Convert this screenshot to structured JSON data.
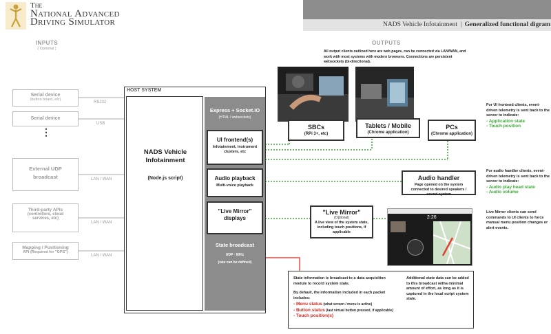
{
  "header": {
    "logo_line1": "The",
    "logo_line2": "National Advanced",
    "logo_line3": "Driving Simulator",
    "right_title": "NADS Vehicle Infotainment",
    "separator": "|",
    "right_subtitle": "Generalized functional digram"
  },
  "inputs": {
    "title": "INPUTS",
    "subtitle": "( Optional )",
    "items": [
      {
        "name": "Serial device",
        "sub": "(button board, etc)",
        "link": "RS232"
      },
      {
        "name": "Serial device",
        "sub": "",
        "link": "USB"
      },
      {
        "name": "External UDP",
        "sub": "broadcast",
        "link": "LAN / WAN"
      },
      {
        "name": "Third-party APIs",
        "sub": "(controllers, cloud services, etc)",
        "link": "LAN / WAN"
      },
      {
        "name": "Mapping / Positioning",
        "sub": "API (Required for \"GPS\")",
        "link": "LAN / WAN"
      }
    ],
    "ellipsis": "⋮"
  },
  "host": {
    "title": "HOST SYSTEM",
    "main_name": "NADS Vehicle Infotainment",
    "main_sub": "(Node.js script)",
    "express_title": "Express + Socket.IO",
    "express_sub": "(HTML / websockets)",
    "ui_title": "UI frontend(s)",
    "ui_sub": "Infotainment, instrument clusters, etc",
    "audio_title": "Audio playback",
    "audio_sub": "Multi-voice playback",
    "mirror_title": "\"Live Mirror\" displays",
    "state_title": "State broadcast",
    "state_sub1": "UDP · 60Hz",
    "state_sub2": "(rate can be defined)"
  },
  "outputs": {
    "title": "OUTPUTS",
    "note": "All output clients outlined here are web pages, can be connected via LAN/WAN, and work with most systems with modern browsers. Connections are persistent websockets (bi-directional).",
    "sbc_title": "SBCs",
    "sbc_sub": "(RPi 3+, etc)",
    "tablet_title": "Tablets / Mobile",
    "tablet_sub": "(Chrome application)",
    "pc_title": "PCs",
    "pc_sub": "(Chrome application)",
    "audio_title": "Audio handler",
    "audio_sub": "Page opened on the system connected to desired speakers / sound system",
    "mirror_title": "\"Live Mirror\"",
    "mirror_optional": "(Optional)",
    "mirror_sub": "A live view of the system state, including touch positions, if applicable"
  },
  "notes": {
    "ui_intro": "For UI frontend clients, event-driven telemetry is sent back to the server to indicate:",
    "ui_items": [
      "- Application state",
      "- Touch position"
    ],
    "audio_intro": "For audio handler clients, event-driven telemetry is sent back to the server to indicate:",
    "audio_items": [
      "- Audio play head state",
      "- Audio volume"
    ],
    "mirror": "Live Mirror clients can send commands to UI clients to force manual menu position changes or alert events."
  },
  "state_box": {
    "p1": "State information is broadcast to a data acquisition module to record system state.",
    "p2": "By default, the information included in each packet includes:",
    "items": [
      {
        "label": "- Menu status",
        "detail": "(what screen / menu is active)"
      },
      {
        "label": "- Button status",
        "detail": "(last virtual button pressed, if applicable)"
      },
      {
        "label": "- Touch position(s)",
        "detail": ""
      }
    ],
    "right": "Additional state data can be added to this broadcast witha minimal amount of effort, as long as it is captured in the local script system state."
  },
  "screen": {
    "time": "2:26"
  }
}
